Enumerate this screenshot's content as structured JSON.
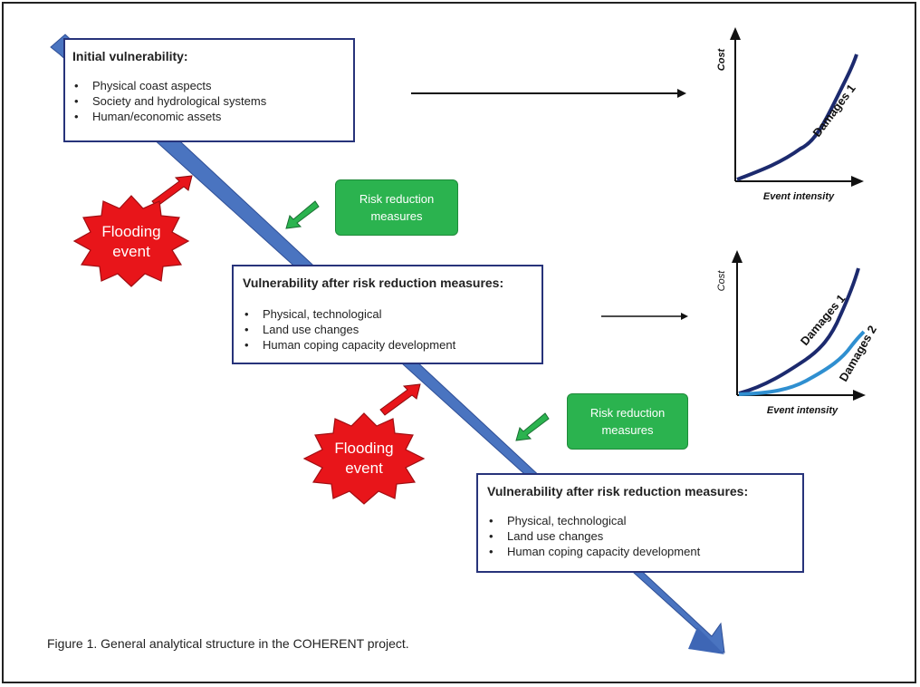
{
  "boxes": [
    {
      "title": "Initial vulnerability:",
      "items": [
        "Physical coast aspects",
        "Society and hydrological systems",
        "Human/economic assets"
      ]
    },
    {
      "title": "Vulnerability after risk reduction measures:",
      "items": [
        "Physical, technological",
        "Land use changes",
        "Human coping capacity development"
      ]
    },
    {
      "title": "Vulnerability after risk reduction measures:",
      "items": [
        "Physical, technological",
        "Land use changes",
        "Human coping capacity development"
      ]
    }
  ],
  "risk_reduction": {
    "line1": "Risk reduction",
    "line2": "measures"
  },
  "flooding": {
    "line1": "Flooding",
    "line2": "event"
  },
  "chart1": {
    "ylabel": "Cost",
    "xlabel": "Event intensity",
    "series1": "Damages 1"
  },
  "chart2": {
    "ylabel": "Cost",
    "xlabel": "Event intensity",
    "series1": "Damages 1",
    "series2": "Damages 2"
  },
  "caption": "Figure 1. General analytical structure in the COHERENT project.",
  "colors": {
    "box_border": "#27337a",
    "diagonal_arrow": "#4a74c0",
    "green_box": "#2bb34f",
    "red_star": "#e8151a",
    "damages1": "#1c2a6e",
    "damages2": "#2f8fd0"
  }
}
